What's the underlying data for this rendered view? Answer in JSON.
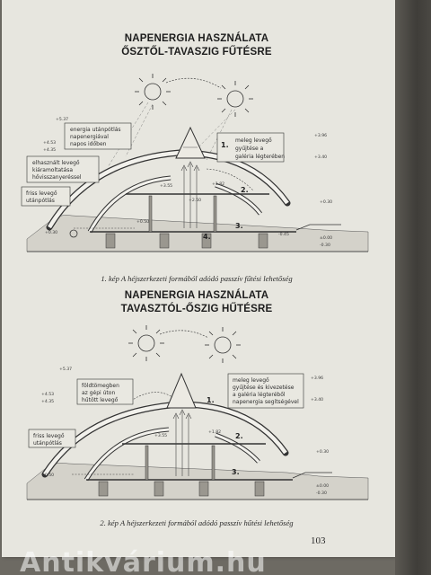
{
  "section1": {
    "title_line1": "NAPENERGIA HASZNÁLATA",
    "title_line2": "ŐSZTŐL-TAVASZIG FŰTÉSRE",
    "labels": {
      "box1": [
        "energia utánpótlás",
        "napenergiával",
        "napos időben"
      ],
      "box2": [
        "elhasznált levegő",
        "kiáramoltatása",
        "hővisszanyeréssel"
      ],
      "box3": [
        "friss levegő",
        "utánpótlás"
      ],
      "box4": [
        "meleg levegő",
        "gyűjtése a",
        "galéria légterében"
      ]
    },
    "zones": [
      "1.",
      "2.",
      "3.",
      "4."
    ],
    "elevations": [
      "+5.37",
      "+4.53",
      "+4.35",
      "+3.96",
      "+3.40",
      "+0.30",
      "±0.00",
      "-0.30",
      "+0.30",
      "+3.55",
      "+2.50",
      "+1.82",
      "+0.50",
      "-0.45"
    ],
    "caption": "1. kép A héjszerkezeti formából adódó passzív fűtési lehetőség"
  },
  "section2": {
    "title_line1": "NAPENERGIA HASZNÁLATA",
    "title_line2": "TAVASZTÓL-ŐSZIG HŰTÉSRE",
    "labels": {
      "box1": [
        "földtömegben",
        "az gépi úton",
        "hűtött levegő"
      ],
      "box2": [
        "friss levegő",
        "utánpótlás"
      ],
      "box3": [
        "meleg levegő",
        "gyűjtése és kivezetése",
        "a galéria légteréből",
        "napenergia segítségével"
      ]
    },
    "zones": [
      "1.",
      "2.",
      "3."
    ],
    "elevations": [
      "+5.37",
      "+4.53",
      "+4.35",
      "+3.96",
      "+3.40",
      "+0.30",
      "±0.00",
      "-0.30",
      "+0.50",
      "+3.55",
      "+1.82"
    ],
    "caption": "2. kép A héjszerkezeti formából adódó passzív hűtési lehetőség"
  },
  "page_number": "103",
  "watermark": "Antikvárium.hu"
}
